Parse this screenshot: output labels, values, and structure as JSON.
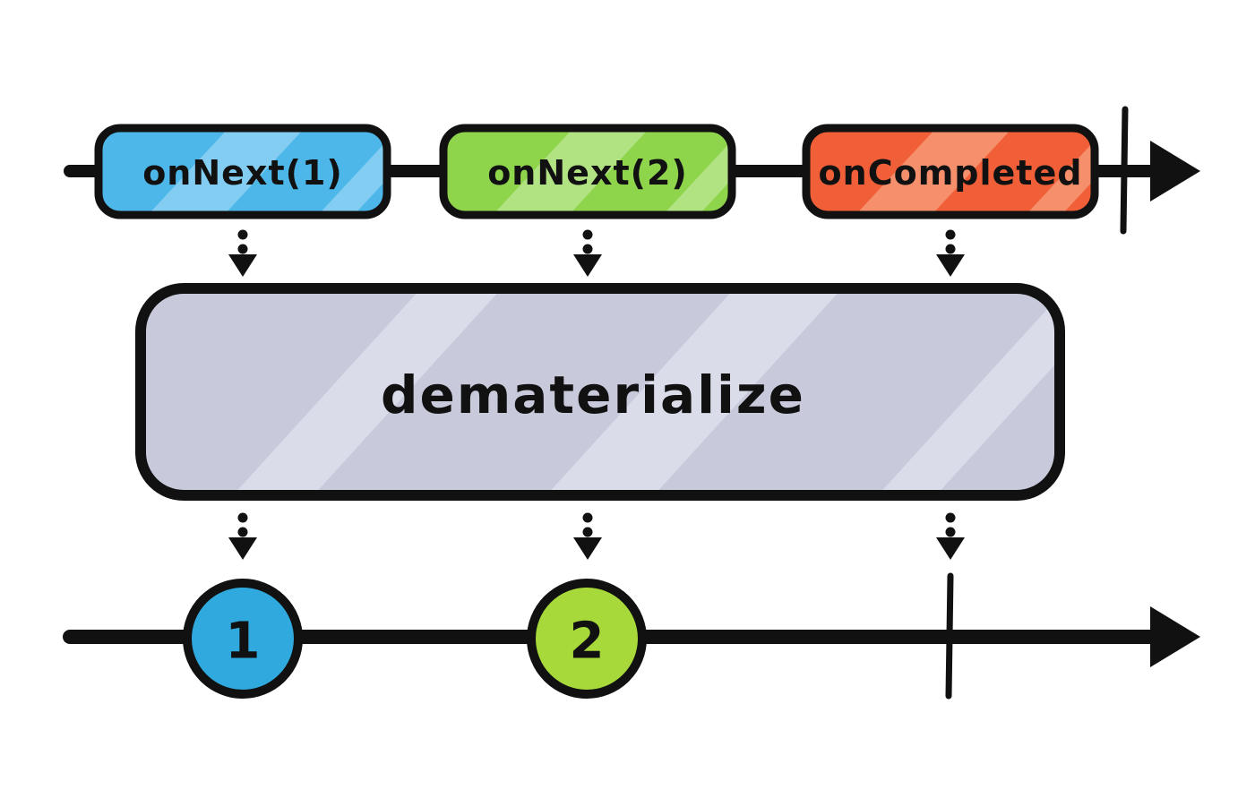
{
  "operator": {
    "label": "dematerialize",
    "fill": "#c8cadb",
    "stripe": "#dadcea"
  },
  "source_timeline": {
    "events": [
      {
        "label": "onNext(1)",
        "fill": "#4db7e9",
        "stripe": "#82cdf1"
      },
      {
        "label": "onNext(2)",
        "fill": "#8fd54c",
        "stripe": "#b2e383"
      },
      {
        "label": "onCompleted",
        "fill": "#f05f38",
        "stripe": "#f68f6b"
      }
    ],
    "completed": true
  },
  "output_timeline": {
    "marbles": [
      {
        "label": "1",
        "fill": "#2fa9de"
      },
      {
        "label": "2",
        "fill": "#a7d93b"
      }
    ],
    "completed": true
  },
  "colors": {
    "ink": "#111111",
    "background": "#ffffff"
  }
}
